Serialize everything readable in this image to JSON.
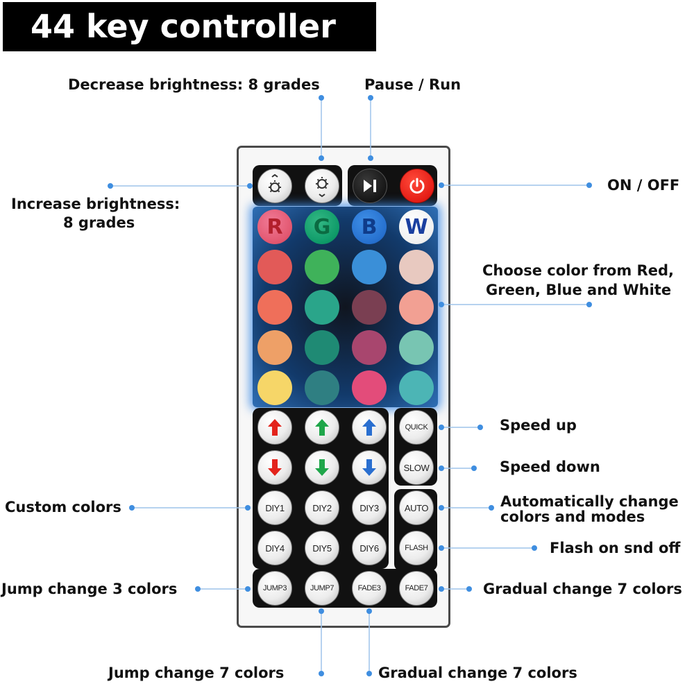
{
  "title": "44 key controller",
  "labels": {
    "decrease_brightness": "Decrease brightness: 8 grades",
    "pause_run": "Pause / Run",
    "on_off": "ON / OFF",
    "increase_brightness_1": "Increase brightness:",
    "increase_brightness_2": "8 grades",
    "choose_color_1": "Choose color from Red,",
    "choose_color_2": "Green, Blue and White",
    "speed_up": "Speed up",
    "speed_down": "Speed down",
    "custom_colors": "Custom colors",
    "auto_change_1": "Automatically change",
    "auto_change_2": "colors and modes",
    "flash": "Flash on snd off",
    "jump3": "Jump change 3 colors",
    "fade7_right": "Gradual change 7 colors",
    "jump7": "Jump change 7 colors",
    "fade7_bottom": "Gradual change 7 colors"
  },
  "buttons": {
    "r": "R",
    "g": "G",
    "b": "B",
    "w": "W",
    "quick": "QUICK",
    "slow": "SLOW",
    "auto": "AUTO",
    "flash": "FLASH",
    "diy1": "DIY1",
    "diy2": "DIY2",
    "diy3": "DIY3",
    "diy4": "DIY4",
    "diy5": "DIY5",
    "diy6": "DIY6",
    "jump3": "JUMP3",
    "jump7": "JUMP7",
    "fade3": "FADE3",
    "fade7": "FADE7"
  },
  "colors": {
    "accent_line": "#5b9be0",
    "row1": [
      "#e25a58",
      "#3fb25a",
      "#3a8fd8",
      "#e8c9c0"
    ],
    "row2": [
      "#ef6f5a",
      "#2aa58a",
      "#7a3f52",
      "#f2a093"
    ],
    "row3": [
      "#eea067",
      "#1f8a74",
      "#a8466e",
      "#78c5b2"
    ],
    "row4": [
      "#f6d668",
      "#2f7f82",
      "#e34c7a",
      "#4cb5b5"
    ],
    "rgbw": {
      "r_text": "#b21f2b",
      "g_text": "#0b6b42",
      "b_text": "#0f3c8a",
      "w_text": "#1a3fa0"
    }
  },
  "icons": {
    "increase": "brightness-up-icon",
    "decrease": "brightness-down-icon",
    "play_pause": "play-pause-icon",
    "power": "power-icon",
    "arrows": [
      "red-up-arrow-icon",
      "green-up-arrow-icon",
      "blue-up-arrow-icon",
      "red-down-arrow-icon",
      "green-down-arrow-icon",
      "blue-down-arrow-icon"
    ]
  }
}
